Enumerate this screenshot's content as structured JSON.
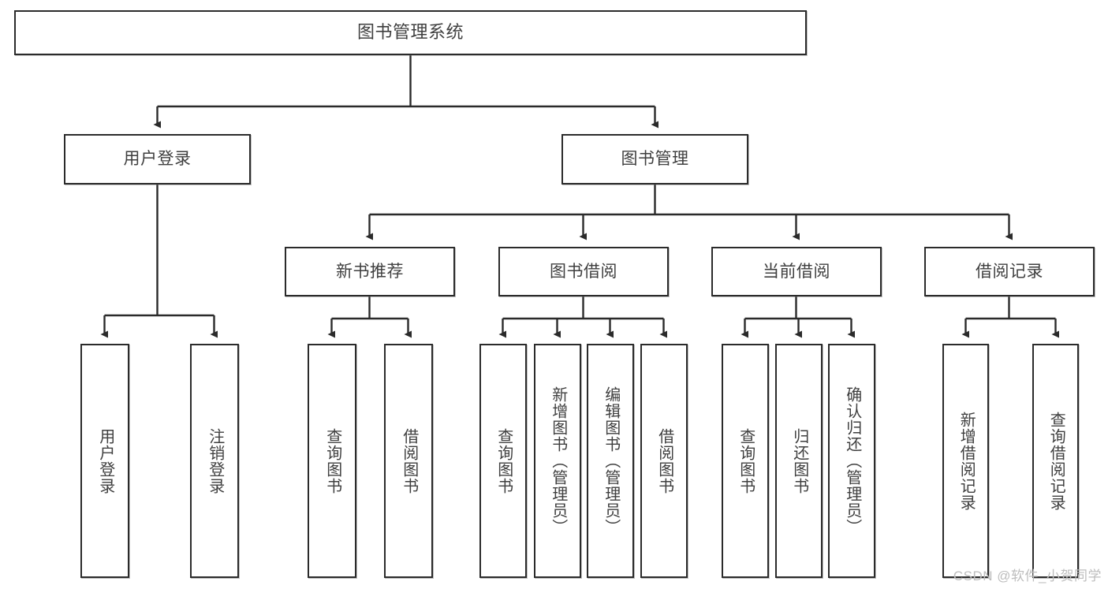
{
  "diagram": {
    "type": "tree-hierarchy",
    "title": "图书管理系统",
    "watermark": "CSDN @软件_小贺同学",
    "colors": {
      "stroke": "#2b2b2b",
      "text": "#3f3f3f",
      "background": "#ffffff",
      "watermark": "#bdbdbd"
    },
    "nodes": {
      "root": {
        "label": "图书管理系统"
      },
      "level1": [
        {
          "id": "user-login",
          "label": "用户登录"
        },
        {
          "id": "book-manage",
          "label": "图书管理"
        }
      ],
      "level2": [
        {
          "id": "new-book-recommend",
          "label": "新书推荐"
        },
        {
          "id": "book-borrow",
          "label": "图书借阅"
        },
        {
          "id": "current-borrow",
          "label": "当前借阅"
        },
        {
          "id": "borrow-record",
          "label": "借阅记录"
        }
      ],
      "leaves": {
        "user_login": [
          {
            "id": "leaf-user-login",
            "label": "用户登录"
          },
          {
            "id": "leaf-logout-login",
            "label": "注销登录"
          }
        ],
        "new_book_recommend": [
          {
            "id": "leaf-query-book-1",
            "label": "查询图书"
          },
          {
            "id": "leaf-borrow-book-1",
            "label": "借阅图书"
          }
        ],
        "book_borrow": [
          {
            "id": "leaf-query-book-2",
            "label": "查询图书"
          },
          {
            "id": "leaf-add-book",
            "label": "新增图书（管理员）"
          },
          {
            "id": "leaf-edit-book",
            "label": "编辑图书（管理员）"
          },
          {
            "id": "leaf-borrow-book-2",
            "label": "借阅图书"
          }
        ],
        "current_borrow": [
          {
            "id": "leaf-query-book-3",
            "label": "查询图书"
          },
          {
            "id": "leaf-return-book",
            "label": "归还图书"
          },
          {
            "id": "leaf-confirm-return",
            "label": "确认归还（管理员）"
          }
        ],
        "borrow_record": [
          {
            "id": "leaf-add-record",
            "label": "新增借阅记录"
          },
          {
            "id": "leaf-query-record",
            "label": "查询借阅记录"
          }
        ]
      }
    }
  }
}
